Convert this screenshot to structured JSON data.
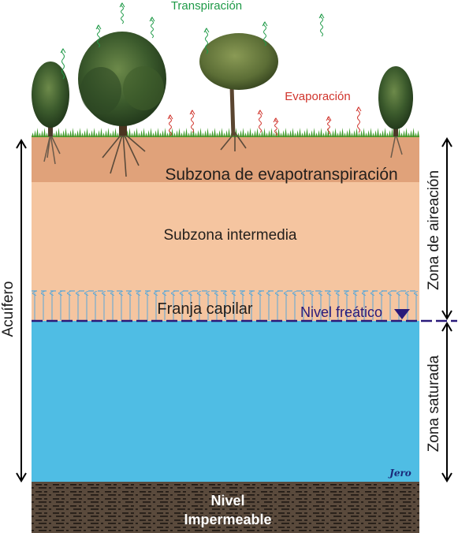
{
  "labels": {
    "transpiracion": "Transpiración",
    "evaporacion": "Evaporación",
    "subzona_evapo": "Subzona de evapotranspiración",
    "subzona_intermedia": "Subzona intermedia",
    "franja_capilar": "Franja capilar",
    "nivel_freatico": "Nivel freático",
    "zona_aireacion": "Zona de aireación",
    "zona_saturada": "Zona saturada",
    "acuifero": "Acuífero",
    "nivel_impermeable_line1": "Nivel",
    "nivel_impermeable_line2": "Impermeable",
    "signature": "Jero"
  },
  "colors": {
    "evapo_zone": "#e0a27a",
    "intermediate_zone": "#f5c5a0",
    "saturated_zone": "#4fbde4",
    "impermeable_layer": "#5a4a3c",
    "transpiration_text": "#1f9a48",
    "evaporation_text": "#d0342c",
    "water_table": "#2a1a7a",
    "capillary_arrows": "#5aa8d8",
    "grass": "#3f9a2a"
  }
}
